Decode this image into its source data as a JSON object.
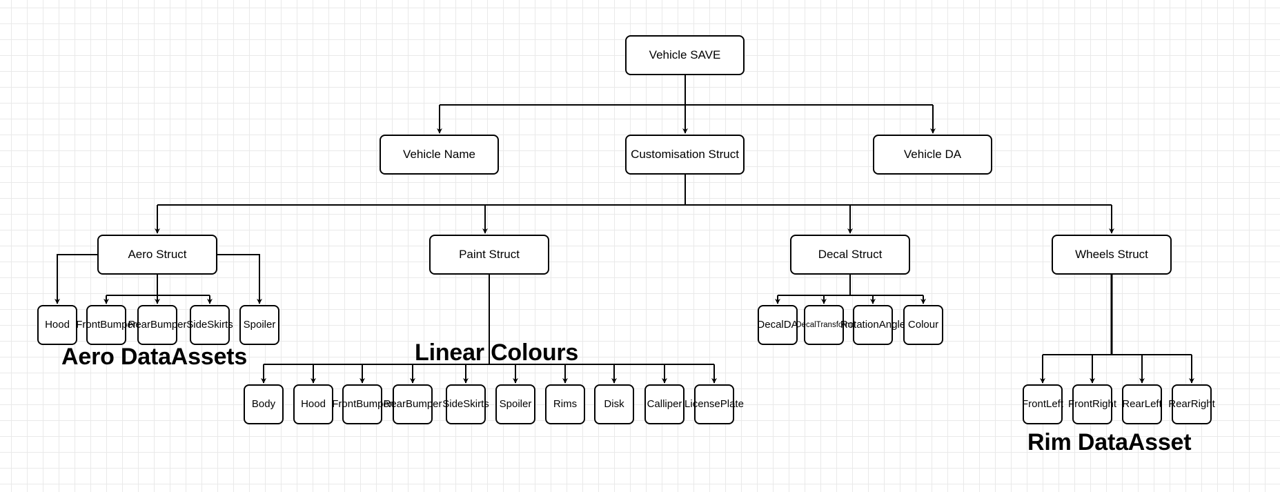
{
  "diagram": {
    "root": "Vehicle SAVE",
    "level1": {
      "name": "Vehicle Name",
      "custom": "Customisation Struct",
      "da": "Vehicle DA"
    },
    "structs": {
      "aero": "Aero Struct",
      "paint": "Paint Struct",
      "decal": "Decal Struct",
      "wheels": "Wheels Struct"
    },
    "aero_children": [
      [
        "Hood"
      ],
      [
        "Front",
        "Bumper"
      ],
      [
        "Rear",
        "Bumper"
      ],
      [
        "Side",
        "Skirts"
      ],
      [
        "Spoiler"
      ]
    ],
    "paint_children": [
      [
        "Body"
      ],
      [
        "Hood"
      ],
      [
        "Front",
        "Bumper"
      ],
      [
        "Rear",
        "Bumper"
      ],
      [
        "Side",
        "Skirts"
      ],
      [
        "Spoiler"
      ],
      [
        "Rims"
      ],
      [
        "Disk"
      ],
      [
        "Calliper"
      ],
      [
        "License",
        "Plate"
      ]
    ],
    "decal_children": [
      [
        "Decal",
        "DA"
      ],
      [
        "Decal",
        "Transform"
      ],
      [
        "Rotation",
        "Angle"
      ],
      [
        "Colour"
      ]
    ],
    "wheel_children": [
      [
        "Front",
        "Left"
      ],
      [
        "Front",
        "Right"
      ],
      [
        "Rear",
        "Left"
      ],
      [
        "Rear",
        "Right"
      ]
    ],
    "annotations": {
      "aero": "Aero DataAssets",
      "paint": "Linear Colours",
      "wheels": "Rim DataAsset"
    }
  },
  "colors": {
    "stroke": "#000000",
    "grid": "#e9e9e9",
    "background": "#ffffff"
  }
}
